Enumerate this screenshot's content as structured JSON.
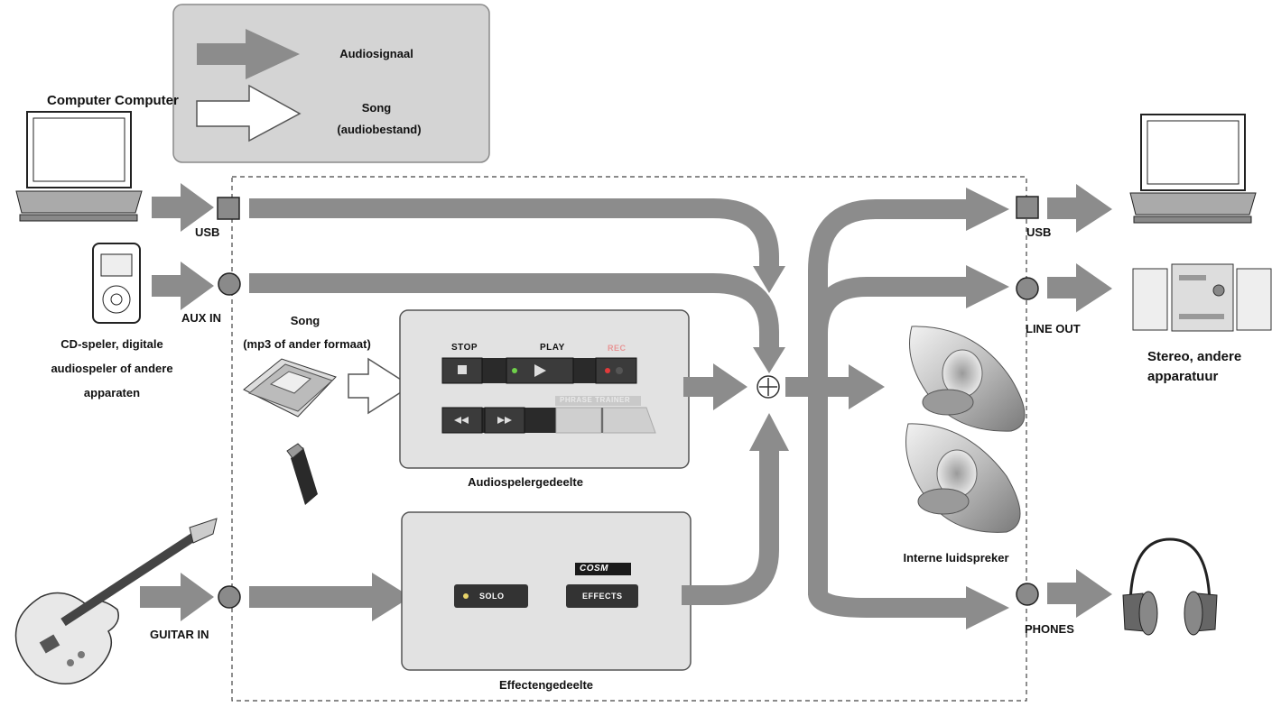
{
  "legend": {
    "audio_signal": "Audiosignaal",
    "song_line1": "Song",
    "song_line2": "(audiobestand)"
  },
  "inputs": {
    "computer": "Computer Computer",
    "usb": "USB",
    "aux_in": "AUX IN",
    "cd_player_line1": "CD-speler, digitale",
    "cd_player_line2": "audiospeler of andere",
    "cd_player_line3": "apparaten",
    "guitar_in": "GUITAR IN"
  },
  "song_source": {
    "line1": "Song",
    "line2": "(mp3 of ander formaat)"
  },
  "audio_player": {
    "title": "Audiospelergedeelte",
    "stop": "STOP",
    "play": "PLAY",
    "rec": "REC",
    "phrase_trainer": "PHRASE TRAINER"
  },
  "effects": {
    "title": "Effectengedeelte",
    "cosm": "COSM",
    "solo": "SOLO",
    "effects": "EFFECTS"
  },
  "outputs": {
    "usb": "USB",
    "line_out": "LINE OUT",
    "phones": "PHONES",
    "internal_speaker": "Interne luidspreker",
    "stereo_line1": "Stereo, andere",
    "stereo_line2": "apparatuur"
  },
  "colors": {
    "arrow": "#8c8c8c",
    "panel": "#e2e2e2",
    "legend_box": "#d4d4d4",
    "led_green": "#6fd14a",
    "rec_red": "#e23a3a"
  }
}
